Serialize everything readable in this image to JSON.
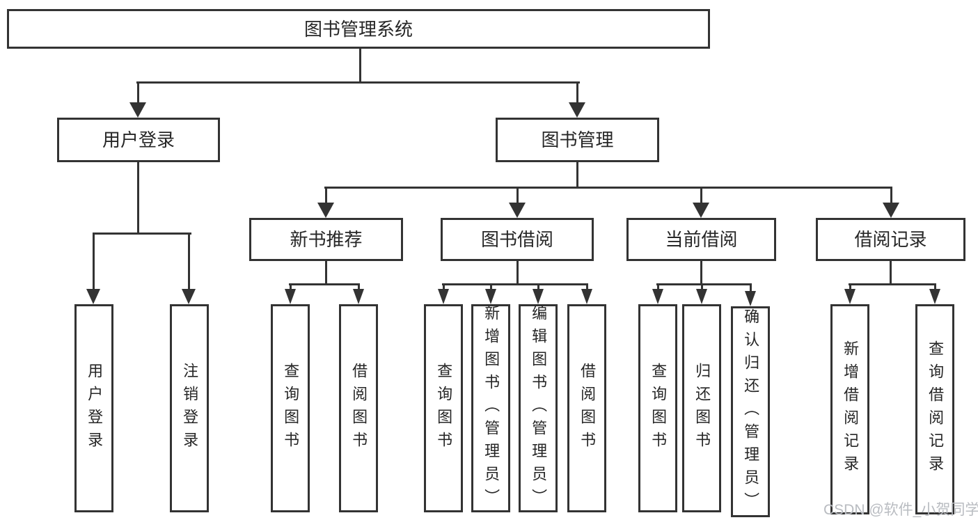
{
  "diagram": {
    "type": "hierarchy",
    "tree": {
      "label": "图书管理系统",
      "children": [
        {
          "label": "用户登录",
          "children": [
            {
              "label": "用户登录"
            },
            {
              "label": "注销登录"
            }
          ]
        },
        {
          "label": "图书管理",
          "children": [
            {
              "label": "新书推荐",
              "children": [
                {
                  "label": "查询图书"
                },
                {
                  "label": "借阅图书"
                }
              ]
            },
            {
              "label": "图书借阅",
              "children": [
                {
                  "label": "查询图书"
                },
                {
                  "label": "新增图书（管理员）"
                },
                {
                  "label": "编辑图书（管理员）"
                },
                {
                  "label": "借阅图书"
                }
              ]
            },
            {
              "label": "当前借阅",
              "children": [
                {
                  "label": "查询图书"
                },
                {
                  "label": "归还图书"
                },
                {
                  "label": "确认归还（管理员）"
                }
              ]
            },
            {
              "label": "借阅记录",
              "children": [
                {
                  "label": "新增借阅记录"
                },
                {
                  "label": "查询借阅记录"
                }
              ]
            }
          ]
        }
      ]
    },
    "colors": {
      "line": "#333333",
      "text": "#262626",
      "background": "#ffffff",
      "watermark_color": "#b9bcc1"
    }
  },
  "watermark": {
    "text": "CSDN @软件_小贺同学"
  }
}
